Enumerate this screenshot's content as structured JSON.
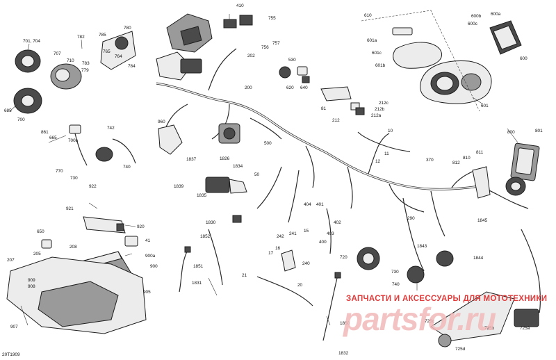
{
  "figure_code": "20T1909",
  "watermark": {
    "line1": "ЗАПЧАСТИ И АКСЕССУАРЫ ДЛЯ МОТОТЕХНИКИ",
    "logo": "partsfor.ru"
  },
  "callouts": [
    "410",
    "755",
    "756",
    "757",
    "202",
    "610",
    "600b",
    "600a",
    "600c",
    "601a",
    "601c",
    "601b",
    "600",
    "601",
    "701, 704",
    "782",
    "785",
    "780",
    "707",
    "710",
    "783",
    "779",
    "784",
    "764",
    "765",
    "685",
    "700",
    "861",
    "665",
    "700a",
    "742",
    "770",
    "730",
    "740",
    "530",
    "620",
    "640",
    "81",
    "212c",
    "212b",
    "212a",
    "212",
    "200",
    "960",
    "500",
    "10",
    "11",
    "12",
    "800",
    "801",
    "811",
    "370",
    "812",
    "810",
    "1837",
    "1826",
    "1834",
    "1839",
    "1835",
    "50",
    "922",
    "921",
    "920",
    "650",
    "208",
    "205",
    "41",
    "900a",
    "207",
    "900",
    "909",
    "908",
    "905",
    "907",
    "404",
    "401",
    "402",
    "403",
    "400",
    "290",
    "1845",
    "1830",
    "1852",
    "1851",
    "1831",
    "242",
    "241",
    "15",
    "16",
    "17",
    "240",
    "21",
    "20",
    "720",
    "730",
    "740",
    "1843",
    "1844",
    "1850",
    "1832",
    "725a",
    "725b",
    "725c",
    "725d"
  ]
}
